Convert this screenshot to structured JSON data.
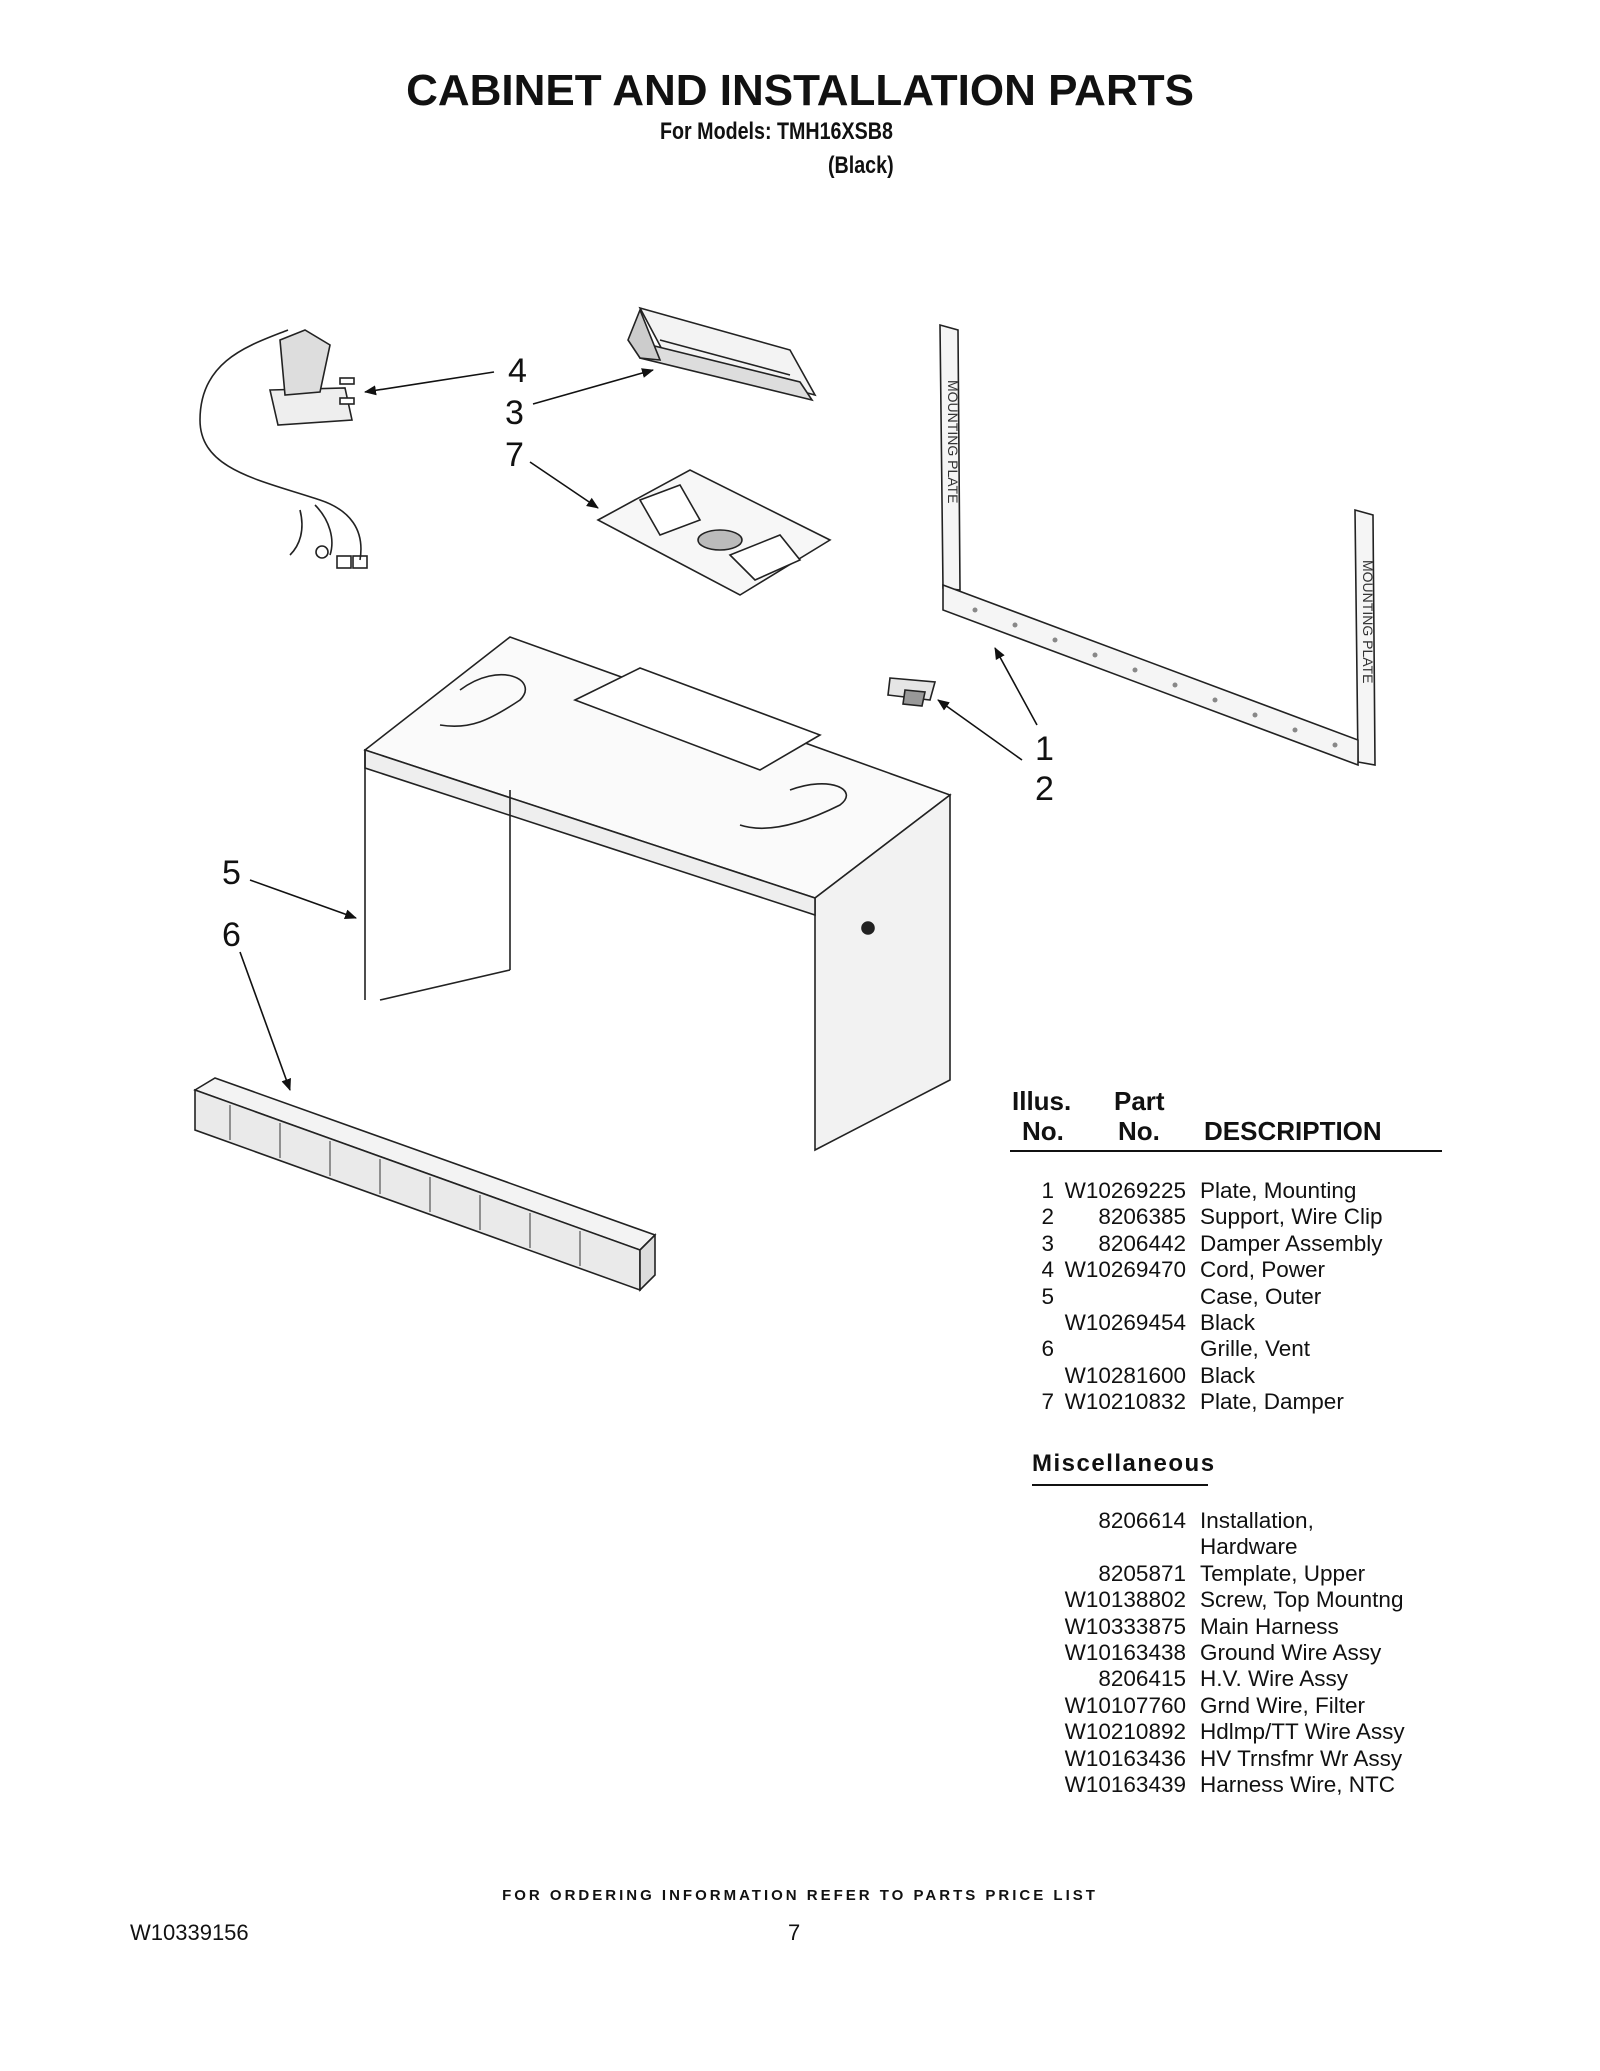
{
  "header": {
    "title": "CABINET AND INSTALLATION PARTS",
    "models_line": "For Models: TMH16XSB8",
    "color_line": "(Black)"
  },
  "diagram": {
    "callouts": [
      "4",
      "3",
      "7",
      "1",
      "2",
      "5",
      "6"
    ],
    "mounting_plate_label": "MOUNTING PLATE"
  },
  "parts_table": {
    "col_illus": "Illus.",
    "col_illus_no": "No.",
    "col_part": "Part",
    "col_part_no": "No.",
    "col_description": "DESCRIPTION",
    "rows": [
      {
        "illus": "1",
        "part": "W10269225",
        "desc": "Plate, Mounting"
      },
      {
        "illus": "2",
        "part": "8206385",
        "desc": "Support, Wire Clip"
      },
      {
        "illus": "3",
        "part": "8206442",
        "desc": "Damper Assembly"
      },
      {
        "illus": "4",
        "part": "W10269470",
        "desc": "Cord, Power"
      },
      {
        "illus": "5",
        "part": "",
        "desc": "Case, Outer"
      },
      {
        "illus": "",
        "part": "W10269454",
        "desc": "Black"
      },
      {
        "illus": "6",
        "part": "",
        "desc": "Grille, Vent"
      },
      {
        "illus": "",
        "part": "W10281600",
        "desc": "Black"
      },
      {
        "illus": "7",
        "part": "W10210832",
        "desc": "Plate, Damper"
      }
    ]
  },
  "miscellaneous": {
    "title": "Miscellaneous",
    "rows": [
      {
        "part": "8206614",
        "desc": "Installation,"
      },
      {
        "part": "",
        "desc": "Hardware"
      },
      {
        "part": "8205871",
        "desc": "Template, Upper"
      },
      {
        "part": "W10138802",
        "desc": "Screw, Top Mountng"
      },
      {
        "part": "W10333875",
        "desc": "Main Harness"
      },
      {
        "part": "W10163438",
        "desc": "Ground Wire Assy"
      },
      {
        "part": "8206415",
        "desc": "H.V. Wire Assy"
      },
      {
        "part": "W10107760",
        "desc": "Grnd Wire, Filter"
      },
      {
        "part": "W10210892",
        "desc": "Hdlmp/TT Wire Assy"
      },
      {
        "part": "W10163436",
        "desc": "HV Trnsfmr Wr Assy"
      },
      {
        "part": "W10163439",
        "desc": "Harness Wire, NTC"
      }
    ]
  },
  "footer": {
    "ordering_note": "FOR ORDERING INFORMATION REFER TO PARTS PRICE LIST",
    "doc_number": "W10339156",
    "page_number": "7"
  }
}
